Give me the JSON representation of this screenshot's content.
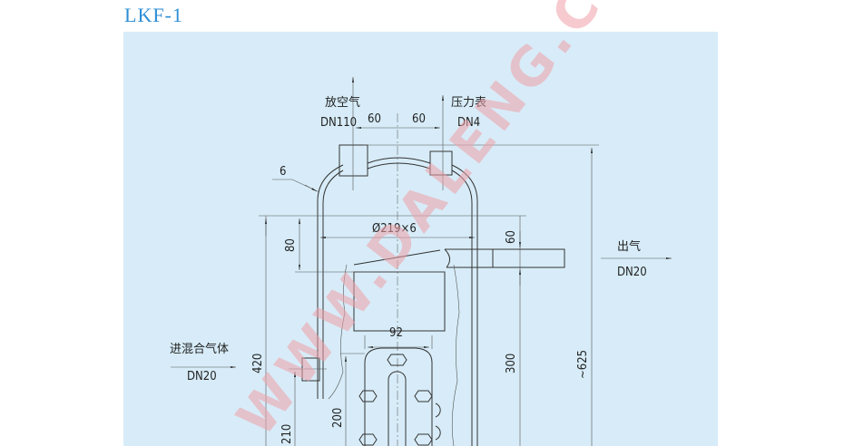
{
  "title": "LKF-1",
  "labels": {
    "vent": "放空气",
    "vent_dn": "DN110",
    "gauge": "压力表",
    "gauge_dn": "DN4",
    "outlet": "出气",
    "outlet_dn": "DN20",
    "inlet": "进混合气体",
    "inlet_dn": "DN20"
  },
  "dimensions": {
    "left_offset": "60",
    "right_offset": "60",
    "wall": "6",
    "diameter": "Ø219×6",
    "top_80": "80",
    "outlet_60": "60",
    "plate_width": "92",
    "h420": "420",
    "h300": "300",
    "h625": "~625",
    "h200": "200",
    "h210": "210"
  },
  "watermark": "WWW.DALENG.CC",
  "colors": {
    "title": "#2d8fd6",
    "panel": "#d7ecf8",
    "watermark": "#f0a0a8"
  }
}
